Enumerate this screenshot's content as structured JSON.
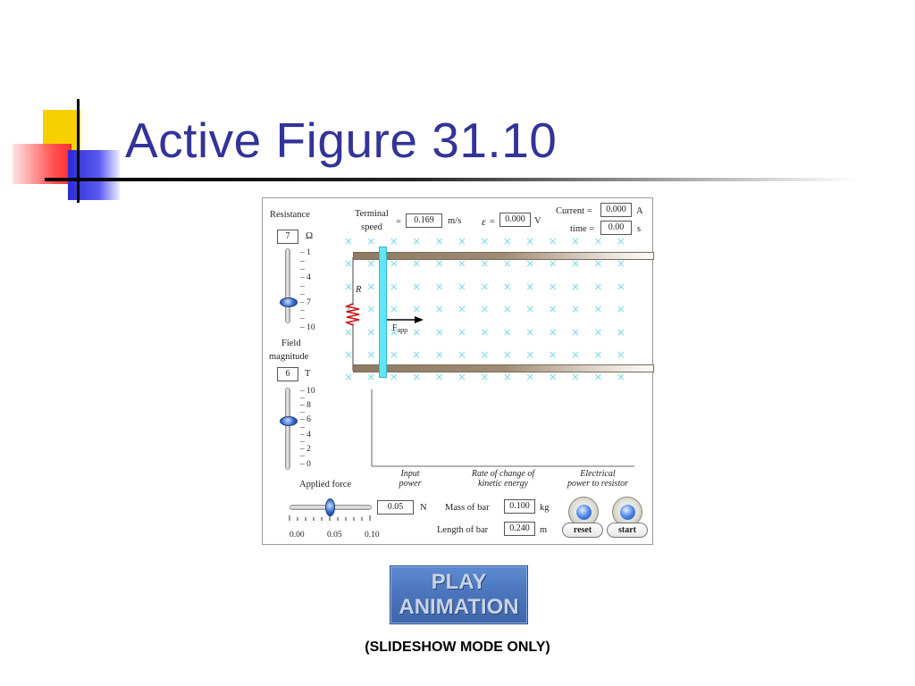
{
  "slide": {
    "title": "Active Figure 31.10",
    "caption": "(SLIDESHOW MODE ONLY)",
    "play_button": {
      "line1": "PLAY",
      "line2": "ANIMATION"
    }
  },
  "colors": {
    "title": "#333399",
    "bar": "#5fe8f3",
    "field_marker": "#7fd8e6",
    "resistor": "#cc1111"
  },
  "simulation": {
    "resistance": {
      "label": "Resistance",
      "value": "7",
      "unit": "Ω",
      "ticks": [
        "1",
        "4",
        "7",
        "10"
      ],
      "level": 7
    },
    "field": {
      "label_line1": "Field",
      "label_line2": "magnitude",
      "value": "6",
      "unit": "T",
      "ticks": [
        "10",
        "8",
        "6",
        "4",
        "2",
        "0"
      ],
      "level": 6
    },
    "terminal_speed": {
      "label_line1": "Terminal",
      "label_line2": "speed",
      "eq": "=",
      "value": "0.169",
      "unit": "m/s"
    },
    "emf": {
      "symbol": "ε",
      "eq": "=",
      "value": "0.000",
      "unit": "V"
    },
    "current": {
      "label": "Current =",
      "value": "0.000",
      "unit": "A"
    },
    "time": {
      "label": "time =",
      "value": "0.00",
      "unit": "s"
    },
    "resistor_label": "R",
    "force_label": {
      "main": "F",
      "sub": "app"
    },
    "field_marker": "×",
    "graph_labels": [
      {
        "line1": "Input",
        "line2": "power"
      },
      {
        "line1": "Rate of change of",
        "line2": "kinetic energy"
      },
      {
        "line1": "Electrical",
        "line2": "power to resistor"
      }
    ],
    "applied_force": {
      "label": "Applied force",
      "value": "0.05",
      "unit": "N",
      "ticks": [
        "0.00",
        "0.05",
        "0.10"
      ],
      "level": 0.05
    },
    "mass": {
      "label": "Mass of bar",
      "value": "0.100",
      "unit": "kg"
    },
    "length": {
      "label": "Length of bar",
      "value": "0.240",
      "unit": "m"
    },
    "buttons": {
      "reset": "reset",
      "start": "start"
    }
  }
}
